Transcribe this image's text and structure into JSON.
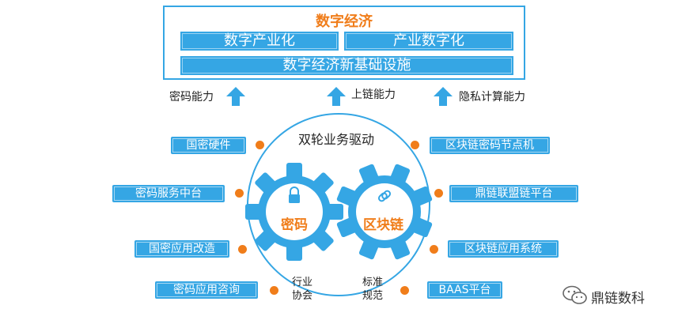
{
  "top": {
    "title": "数字经济",
    "left_bar": "数字产业化",
    "right_bar": "产业数字化",
    "bottom_bar": "数字经济新基础设施"
  },
  "capabilities": [
    "密码能力",
    "上链能力",
    "隐私计算能力"
  ],
  "wheel": {
    "title": "双轮业务驱动",
    "gear_left": "密码",
    "gear_right": "区块链",
    "bottom_left": [
      "行业",
      "协会"
    ],
    "bottom_right": [
      "标准",
      "规范"
    ]
  },
  "left_items": [
    "国密硬件",
    "密码服务中台",
    "国密应用改造",
    "密码应用咨询"
  ],
  "right_items": [
    "区块链密码节点机",
    "鼎链联盟链平台",
    "区块链应用系统",
    "BAAS平台"
  ],
  "watermark": "鼎链数科",
  "colors": {
    "accent_blue": "#35a6e4",
    "accent_orange": "#f07d1a"
  }
}
